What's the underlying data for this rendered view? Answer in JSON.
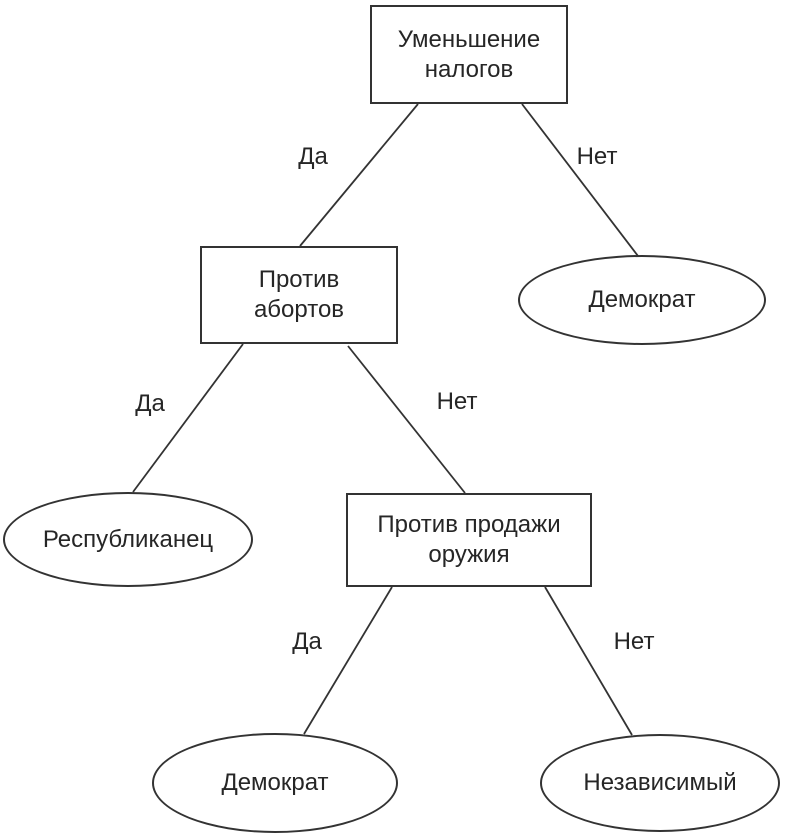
{
  "diagram": {
    "kind": "decision-tree",
    "language": "ru",
    "colors": {
      "background": "#ffffff",
      "stroke": "#333333",
      "text": "#262626"
    },
    "nodes": [
      {
        "id": "root",
        "shape": "rect",
        "label": "Уменьшение налогов"
      },
      {
        "id": "against-abortion",
        "shape": "rect",
        "label": "Против абортов"
      },
      {
        "id": "democrat-top",
        "shape": "ellipse",
        "label": "Демократ"
      },
      {
        "id": "republican",
        "shape": "ellipse",
        "label": "Республиканец"
      },
      {
        "id": "against-gun-sales",
        "shape": "rect",
        "label": "Против продажи оружия"
      },
      {
        "id": "democrat-bottom",
        "shape": "ellipse",
        "label": "Демократ"
      },
      {
        "id": "independent",
        "shape": "ellipse",
        "label": "Независимый"
      }
    ],
    "edges": [
      {
        "from": "root",
        "to": "against-abortion",
        "label": "Да"
      },
      {
        "from": "root",
        "to": "democrat-top",
        "label": "Нет"
      },
      {
        "from": "against-abortion",
        "to": "republican",
        "label": "Да"
      },
      {
        "from": "against-abortion",
        "to": "against-gun-sales",
        "label": "Нет"
      },
      {
        "from": "against-gun-sales",
        "to": "democrat-bottom",
        "label": "Да"
      },
      {
        "from": "against-gun-sales",
        "to": "independent",
        "label": "Нет"
      }
    ]
  }
}
